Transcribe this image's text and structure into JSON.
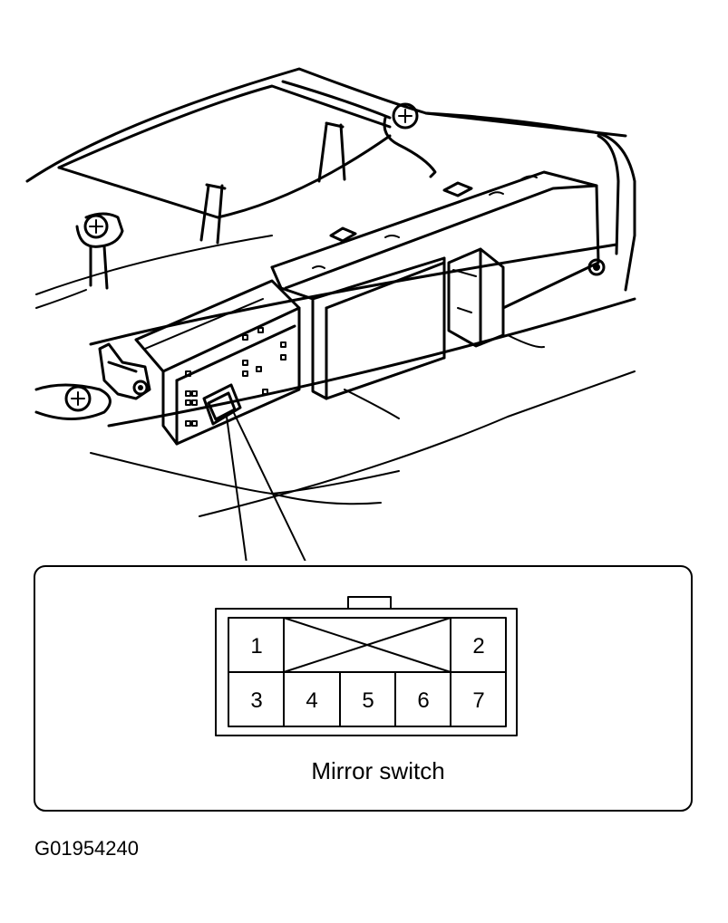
{
  "diagram": {
    "connector_name": "Mirror switch",
    "pins": {
      "p1": "1",
      "p2": "2",
      "p3": "3",
      "p4": "4",
      "p5": "5",
      "p6": "6",
      "p7": "7"
    },
    "figure_code": "G01954240"
  }
}
